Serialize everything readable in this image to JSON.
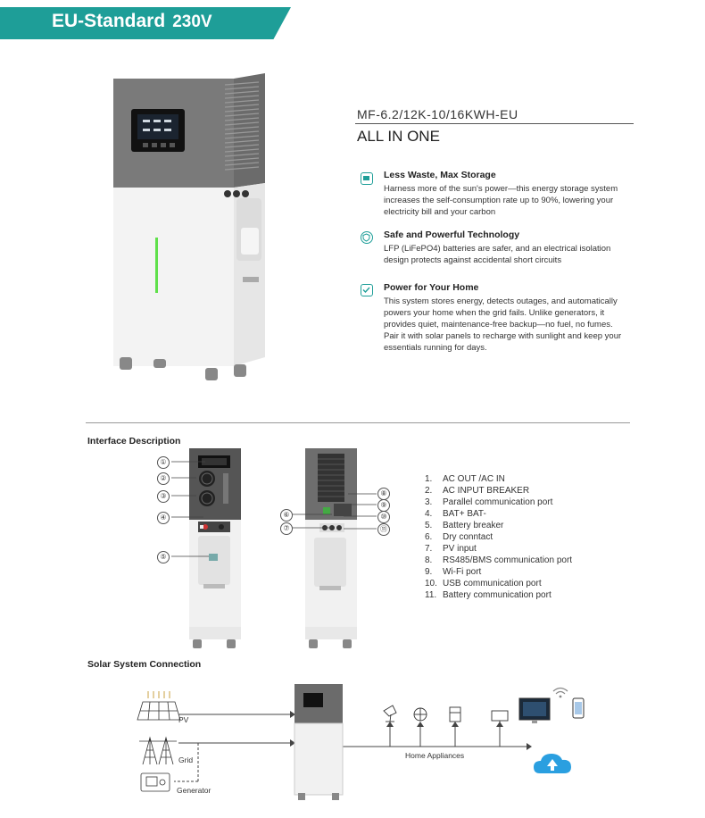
{
  "header": {
    "title": "EU-Standard",
    "voltage": "230V"
  },
  "product": {
    "model": "MF-6.2/12K-10/16KWH-EU",
    "tagline": "ALL IN ONE"
  },
  "features": [
    {
      "title": "Less Waste, Max Storage",
      "lines": [
        "Harness more of the sun's power—this energy storage system",
        "increases the self-consumption rate up to 90%, lowering your",
        "electricity bill and your carbon"
      ]
    },
    {
      "title": "Safe and Powerful Technology",
      "lines": [
        "LFP (LiFePO4) batteries are safer, and an electrical isolation",
        "design protects against accidental short circuits"
      ]
    },
    {
      "title": "Power for Your Home",
      "lines": [
        "This system stores energy, detects outages, and automatically",
        "powers your home when the grid fails. Unlike generators, it",
        "provides quiet, maintenance-free backup—no fuel, no fumes.",
        "Pair it with solar panels to recharge with sunlight and keep your",
        "essentials running for days."
      ]
    }
  ],
  "interface": {
    "title": "Interface Description",
    "ports": [
      {
        "num": "1.",
        "label": "AC OUT /AC IN"
      },
      {
        "num": "2.",
        "label": "AC INPUT BREAKER"
      },
      {
        "num": "3.",
        "label": "Parallel communication port"
      },
      {
        "num": "4.",
        "label": "BAT+  BAT-"
      },
      {
        "num": "5.",
        "label": "Battery breaker"
      },
      {
        "num": "6.",
        "label": "Dry conntact"
      },
      {
        "num": "7.",
        "label": "PV input"
      },
      {
        "num": "8.",
        "label": "RS485/BMS communication port"
      },
      {
        "num": "9.",
        "label": "Wi-Fi port"
      },
      {
        "num": "10.",
        "label": "USB communication port"
      },
      {
        "num": "11.",
        "label": "Battery communication port"
      }
    ],
    "callouts": [
      "①",
      "②",
      "③",
      "④",
      "⑤",
      "⑥",
      "⑦",
      "⑧",
      "⑨",
      "⑩",
      "⑪"
    ]
  },
  "solar": {
    "title": "Solar System Connection",
    "pv_label": "PV",
    "grid_label": "Grid",
    "generator_label": "Generator",
    "appliances_label": "Home Appliances"
  },
  "colors": {
    "accent": "#1e9e98",
    "housing_dark": "#6b6b6b",
    "housing_light": "#f4f4f4",
    "cloud": "#2a9fe0",
    "led": "#5fe04a"
  }
}
